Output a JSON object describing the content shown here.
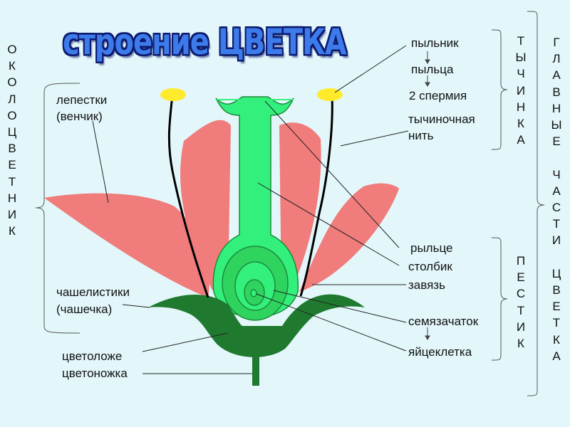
{
  "title": "строение ЦВЕТКА",
  "labels": {
    "anther": "пыльник",
    "pollen": "пыльца",
    "sperm": "2 спермия",
    "filament_line1": "тычиночная",
    "filament_line2": "нить",
    "stigma": "рыльце",
    "style": "столбик",
    "ovary": "завязь",
    "ovule": "семязачаток",
    "egg": "яйцеклетка",
    "petals_line1": "лепестки",
    "petals_line2": "(венчик)",
    "sepals_line1": "чашелистики",
    "sepals_line2": "(чашечка)",
    "receptacle": "цветоложе",
    "pedicel": "цветоножка"
  },
  "vertical": {
    "perianth": [
      "О",
      "К",
      "О",
      "Л",
      "О",
      "Ц",
      "В",
      "Е",
      "Т",
      "Н",
      "И",
      "К"
    ],
    "stamen": [
      "Т",
      "Ы",
      "Ч",
      "И",
      "Н",
      "К",
      "А"
    ],
    "pistil": [
      "П",
      "Е",
      "С",
      "Т",
      "И",
      "К"
    ],
    "main_parts": [
      "Г",
      "Л",
      "А",
      "В",
      "Н",
      "Ы",
      "Е",
      "",
      "Ч",
      "А",
      "С",
      "Т",
      "И",
      "",
      "Ц",
      "В",
      "Е",
      "Т",
      "К",
      "А"
    ]
  },
  "colors": {
    "background": "#e3f7fb",
    "petal": "#f07c7c",
    "pistil": "#33f07c",
    "ovary_inner": "#2fd45f",
    "sepal": "#1f7a2f",
    "anther": "#ffea2c",
    "title": "#3d7bea"
  }
}
